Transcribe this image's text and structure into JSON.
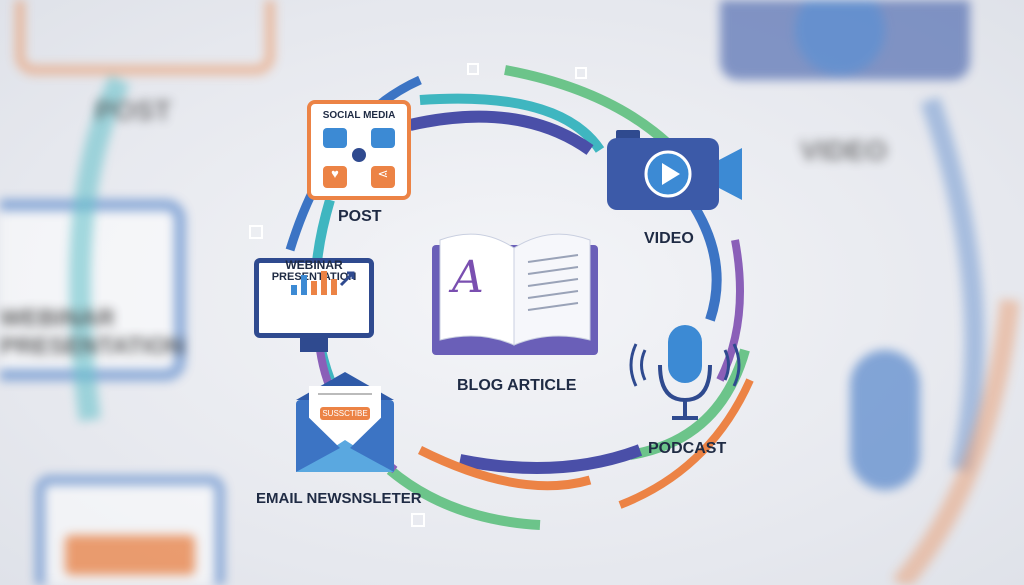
{
  "background": {
    "labels": {
      "post": "POST",
      "video": "VIDEO",
      "webinar": "WEBINAR PRESENTATION"
    }
  },
  "center": {
    "label": "BLOG ARTICLE",
    "icon": "open-book-icon",
    "letter": "A"
  },
  "nodes": {
    "social": {
      "title": "SOCIAL MEDIA",
      "label": "POST"
    },
    "video": {
      "label": "VIDEO"
    },
    "webinar": {
      "title_line1": "WEBINAR",
      "title_line2": "PRESENTATION"
    },
    "podcast": {
      "label": "PODCAST"
    },
    "email": {
      "button": "SUSSCTIBE",
      "label": "EMAIL NEWSNSLETER"
    }
  },
  "colors": {
    "blue": "#3c74c4",
    "navy": "#2f4a8f",
    "orange": "#ec8345",
    "green": "#6cc48a",
    "teal": "#3fb6c0",
    "purple": "#8a5fb8"
  }
}
